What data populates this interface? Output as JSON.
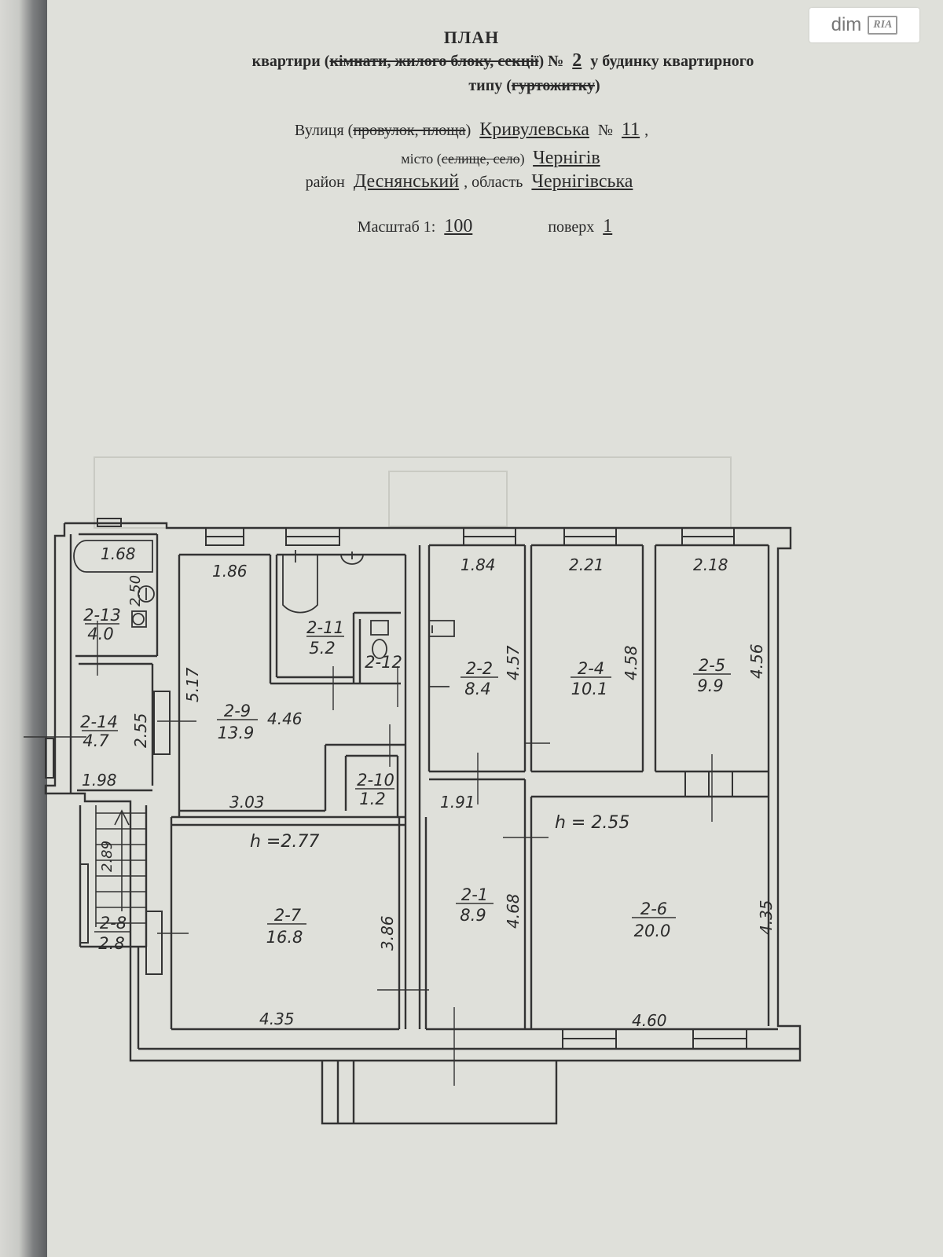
{
  "watermark": {
    "dim": "dim",
    "ria": "RIA"
  },
  "header": {
    "title": "ПЛАН",
    "line1_a": "квартири (",
    "line1_strike": "кімнати, жилого блоку, секції",
    "line1_b": ") №",
    "apartment_no": "2",
    "line1_c": "у будинку квартирного",
    "line2_a": "типу (",
    "line2_strike": "гуртожитку",
    "line2_b": ")",
    "street_label": "Вулиця (",
    "street_strike": "провулок, площа",
    "street_close": ")",
    "street_name": "Кривулевська",
    "house_label": "№",
    "house_no": "11",
    "house_end": ",",
    "city_label": "місто (",
    "city_strike": "селище, село",
    "city_close": ")",
    "city_name": "Чернігів",
    "district_label": "район",
    "district_name": "Деснянський",
    "region_label": ", область",
    "region_name": "Чернігівська",
    "scale_label": "Масштаб 1:",
    "scale_value": "100",
    "floor_label": "поверх",
    "floor_value": "1"
  },
  "plan": {
    "dims": {
      "d_168": "1.68",
      "d_250": "2.50",
      "d_186": "1.86",
      "d_184": "1.84",
      "d_221": "2.21",
      "d_218": "2.18",
      "d_517": "5.17",
      "d_446": "4.46",
      "d_457": "4.57",
      "d_458": "4.58",
      "d_456": "4.56",
      "d_255v": "2.55",
      "d_198": "1.98",
      "d_303": "3.03",
      "d_191": "1.91",
      "d_289": "2.89",
      "d_386": "3.86",
      "d_468": "4.68",
      "d_435v": "4.35",
      "d_435h": "4.35",
      "d_460": "4.60"
    },
    "heights": {
      "h1": "h =2.77",
      "h2": "h = 2.55"
    },
    "rooms": {
      "r13_id": "2-13",
      "r13_area": "4.0",
      "r14_id": "2-14",
      "r14_area": "4.7",
      "r8_id": "2-8",
      "r8_area": "2.8",
      "r9_id": "2-9",
      "r9_area": "13.9",
      "r11_id": "2-11",
      "r11_area": "5.2",
      "r12_id": "2-12",
      "r10_id": "2-10",
      "r10_area": "1.2",
      "r7_id": "2-7",
      "r7_area": "16.8",
      "r2_id": "2-2",
      "r2_area": "8.4",
      "r4_id": "2-4",
      "r4_area": "10.1",
      "r5_id": "2-5",
      "r5_area": "9.9",
      "r1_id": "2-1",
      "r1_area": "8.9",
      "r6_id": "2-6",
      "r6_area": "20.0"
    }
  }
}
